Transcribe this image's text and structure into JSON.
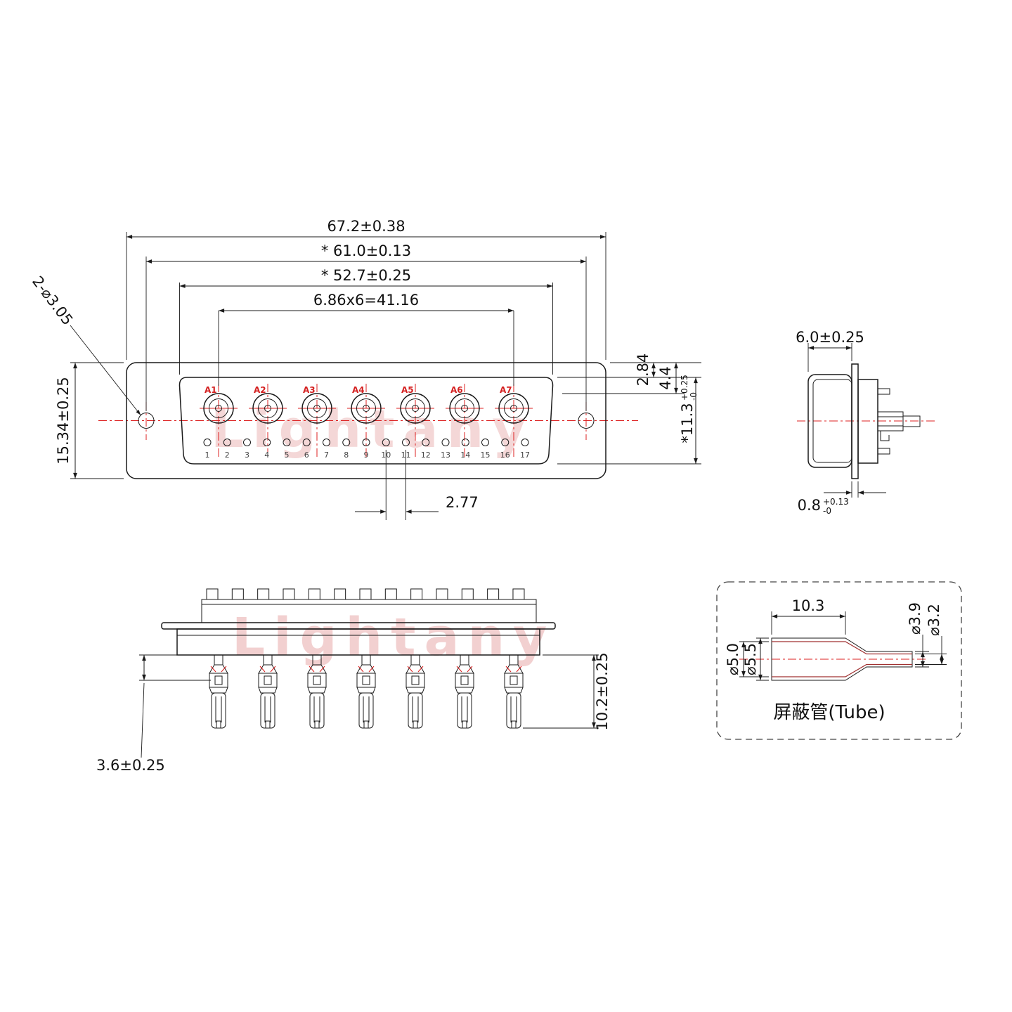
{
  "watermark": {
    "text": "Lightany"
  },
  "front_view": {
    "dim_overall_width": "67.2±0.38",
    "dim_mount_spacing": "* 61.0±0.13",
    "dim_shell_width": "* 52.7±0.25",
    "dim_contact_pitch": "6.86x6=41.16",
    "dim_height": "15.34±0.25",
    "dim_mount_holes": "2-⌀3.05",
    "dim_top_offset": "2.84",
    "dim_contact_offset": "4.4",
    "dim_shell_height": "*11.3",
    "dim_shell_height_tol_up": "+0.25",
    "dim_shell_height_tol_dn": "-0",
    "dim_pin_pitch": "2.77",
    "contact_labels": [
      "A1",
      "A2",
      "A3",
      "A4",
      "A5",
      "A6",
      "A7"
    ],
    "pin_labels": [
      "1",
      "2",
      "3",
      "4",
      "5",
      "6",
      "7",
      "8",
      "9",
      "10",
      "11",
      "12",
      "13",
      "14",
      "15",
      "16",
      "17"
    ]
  },
  "side_view": {
    "dim_depth": "6.0±0.25",
    "dim_flange": "0.8",
    "dim_flange_tol_up": "+0.13",
    "dim_flange_tol_dn": "-0"
  },
  "rear_view": {
    "dim_tail": "3.6±0.25",
    "dim_body": "10.2±0.25"
  },
  "tube_view": {
    "dim_length": "10.3",
    "dim_d39": "⌀3.9",
    "dim_d32": "⌀3.2",
    "dim_d50": "⌀5.0",
    "dim_d55": "⌀5.5",
    "label": "屏蔽管(Tube)"
  },
  "colors": {
    "line": "#1a1a1a",
    "accent_red": "#dd2222",
    "watermark_pink": "#e9b0b0"
  }
}
